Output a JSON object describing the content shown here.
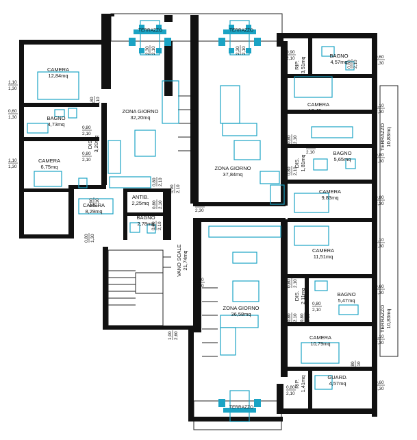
{
  "rooms": [
    {
      "id": "camera-w1",
      "name": "CAMERA",
      "area": "12,84mq"
    },
    {
      "id": "bagno-w1",
      "name": "BAGNO",
      "area": "4,73mq"
    },
    {
      "id": "camera-w2",
      "name": "CAMERA",
      "area": "6,75mq"
    },
    {
      "id": "dis-w",
      "name": "DIS.",
      "area": "3,20mq"
    },
    {
      "id": "zona-giorno-w",
      "name": "ZONA GIORNO",
      "area": "32,20mq"
    },
    {
      "id": "camera-w3",
      "name": "CAMERA",
      "area": "8,29mq"
    },
    {
      "id": "antib-w",
      "name": "ANTIB.",
      "area": "2,25mq"
    },
    {
      "id": "bagno-w2",
      "name": "BAGNO",
      "area": "2,78mq"
    },
    {
      "id": "vano-scale",
      "name": "VANO SCALE",
      "area": "21,74mq"
    },
    {
      "id": "zona-giorno-c1",
      "name": "ZONA GIORNO",
      "area": "37,84mq"
    },
    {
      "id": "zona-giorno-c2",
      "name": "ZONA GIORNO",
      "area": "36,58mq"
    },
    {
      "id": "rip-e1",
      "name": "RIP.",
      "area": "3,51mq"
    },
    {
      "id": "bagno-e1",
      "name": "BAGNO",
      "area": "4,57mq"
    },
    {
      "id": "camera-e1",
      "name": "CAMERA",
      "area": "13,49mq"
    },
    {
      "id": "dis-e1",
      "name": "DIS.",
      "area": "1,81mq"
    },
    {
      "id": "bagno-e2",
      "name": "BAGNO",
      "area": "5,65mq"
    },
    {
      "id": "camera-e2",
      "name": "CAMERA",
      "area": "9,83mq"
    },
    {
      "id": "terrazzo-e1",
      "name": "TERRAZZO",
      "area": "10,83mq"
    },
    {
      "id": "camera-e3",
      "name": "CAMERA",
      "area": "11,51mq"
    },
    {
      "id": "dis-e2",
      "name": "DIS.",
      "area": "2,11mq"
    },
    {
      "id": "bagno-e3",
      "name": "BAGNO",
      "area": "5,47mq"
    },
    {
      "id": "terrazzo-e2",
      "name": "TERRAZZO",
      "area": "10,83mq"
    },
    {
      "id": "camera-e4",
      "name": "CAMERA",
      "area": "10,79mq"
    },
    {
      "id": "guard-e",
      "name": "GUARD.",
      "area": "4,57mq"
    },
    {
      "id": "rip-e2",
      "name": "RIP.",
      "area": "1,41mq"
    }
  ],
  "terraces_top": [
    "TERRAZZO",
    "TERRAZZO"
  ],
  "terrace_bottom": "TERRAZZO",
  "dimensions": [
    "1,10\n1,30",
    "0,60\n1,30",
    "1,10\n1,30",
    "0,80\n2,10",
    "0,80\n2,10",
    "0,80\n2,10",
    "0,80\n2,10",
    "0,80\n2,10",
    "2,30\n2,10",
    "2,30\n2,10",
    "0,80\n1,30",
    "0,90\n2,30",
    "0,90\n2,30",
    "0,90\n2,10",
    "1,00\n2,60",
    "0,80\n2,10",
    "0,80\n2,10",
    "0,90\n2,10",
    "0,60\n1,30",
    "1,10\n2,30",
    "0,80\n1,30",
    "0,80\n2,30",
    "0,80\n2,10",
    "0,80\n2,10",
    "0,80\n2,10",
    "1,10\n2,30",
    "0,60\n1,30",
    "1,10\n2,30",
    "0,60\n1,30",
    "0,80\n2,10",
    "0,80\n2,10",
    "0,80\n2,10",
    "0,80\n2,10",
    "0,90\n2,10",
    "0,80\n2,10",
    "0,80\n2,10"
  ],
  "colors": {
    "walls": "#111111",
    "furniture": "#1aa3c4"
  }
}
